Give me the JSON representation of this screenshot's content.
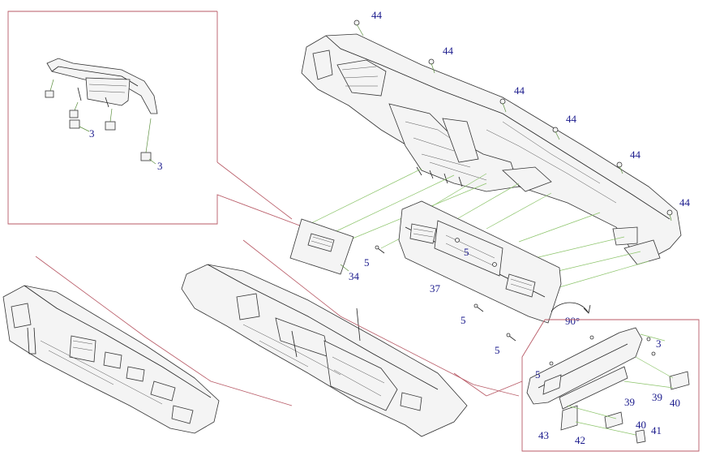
{
  "callouts": {
    "c44a": "44",
    "c44b": "44",
    "c44c": "44",
    "c44d": "44",
    "c44e": "44",
    "c44f": "44",
    "c3a": "3",
    "c3b": "3",
    "c3c": "3",
    "c5a": "5",
    "c5b": "5",
    "c5c": "5",
    "c5d": "5",
    "c5e": "5",
    "c34": "34",
    "c37": "37",
    "rot": "90°",
    "c39a": "39",
    "c39b": "39",
    "c40a": "40",
    "c40b": "40",
    "c41": "41",
    "c42": "42",
    "c43": "43"
  },
  "colors": {
    "callout_text": "#1a1a8c",
    "detail_frame": "#b85a66",
    "assembly_lines": "#8cc46a"
  }
}
